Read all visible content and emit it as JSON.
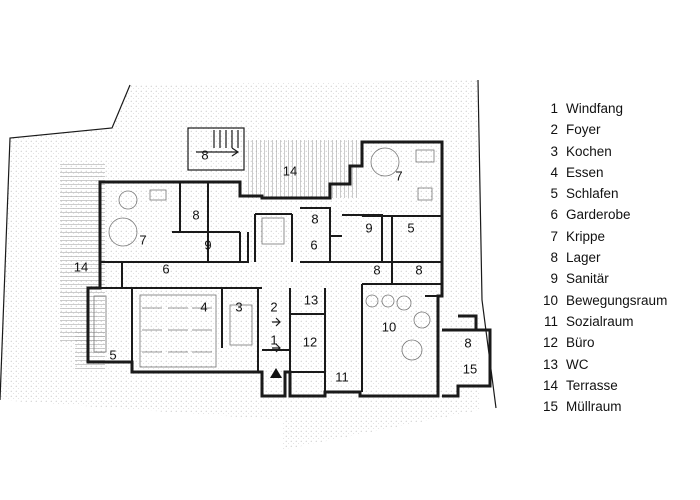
{
  "legend": [
    {
      "num": "1",
      "name": "Windfang"
    },
    {
      "num": "2",
      "name": "Foyer"
    },
    {
      "num": "3",
      "name": "Kochen"
    },
    {
      "num": "4",
      "name": "Essen"
    },
    {
      "num": "5",
      "name": "Schlafen"
    },
    {
      "num": "6",
      "name": "Garderobe"
    },
    {
      "num": "7",
      "name": "Krippe"
    },
    {
      "num": "8",
      "name": "Lager"
    },
    {
      "num": "9",
      "name": "Sanitär"
    },
    {
      "num": "10",
      "name": "Bewegungsraum"
    },
    {
      "num": "11",
      "name": "Sozialraum"
    },
    {
      "num": "12",
      "name": "Büro"
    },
    {
      "num": "13",
      "name": "WC"
    },
    {
      "num": "14",
      "name": "Terrasse"
    },
    {
      "num": "15",
      "name": "Müllraum"
    }
  ],
  "rooms": {
    "r1": "1",
    "r2": "2",
    "r3": "3",
    "r4": "4",
    "r5a": "5",
    "r5b": "5",
    "r6a": "6",
    "r6b": "6",
    "r7a": "7",
    "r7b": "7",
    "r8a": "8",
    "r8b": "8",
    "r8c": "8",
    "r8d": "8",
    "r8e": "8",
    "r8f": "8",
    "r9a": "9",
    "r9b": "9",
    "r10": "10",
    "r11": "11",
    "r12": "12",
    "r13": "13",
    "r14a": "14",
    "r14b": "14",
    "r15": "15"
  }
}
